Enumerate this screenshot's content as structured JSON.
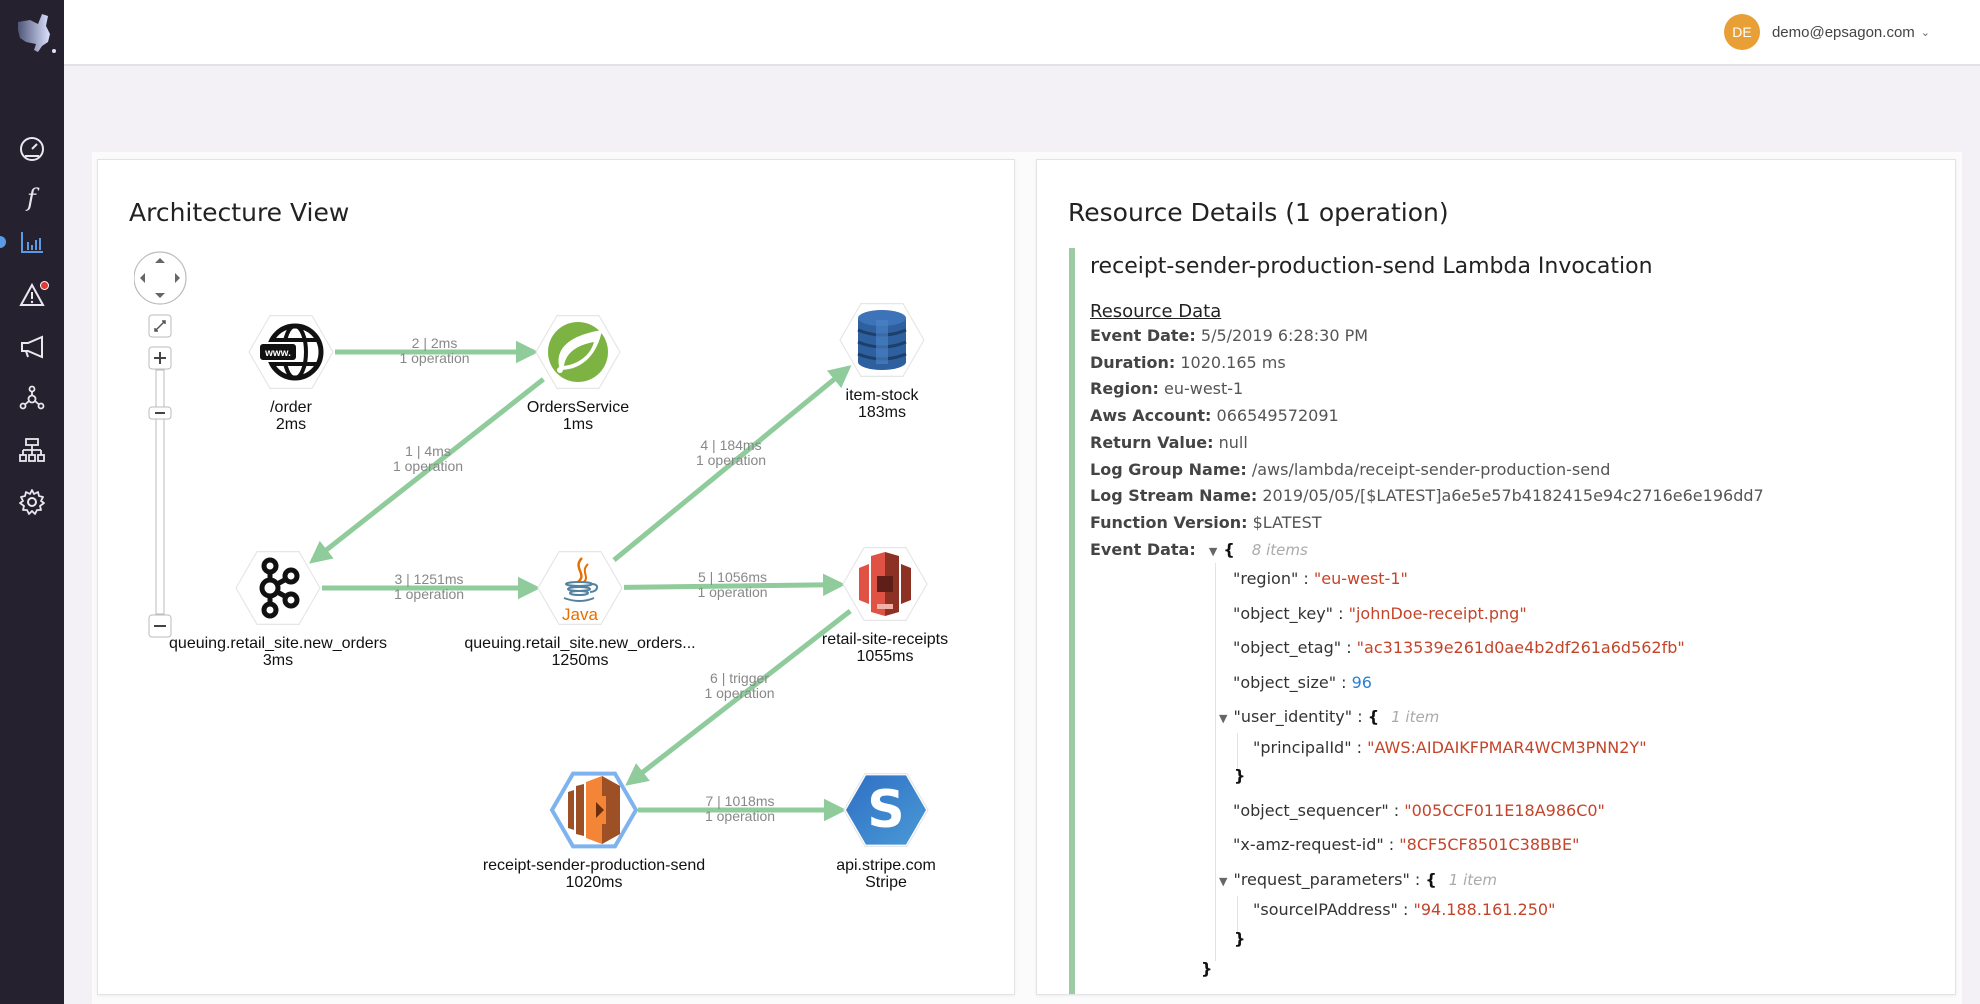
{
  "sidebar": {
    "items": [
      {
        "name": "dashboard",
        "icon": "speedometer-icon",
        "active": false,
        "badge": false
      },
      {
        "name": "functions",
        "icon": "function-icon",
        "active": false,
        "badge": false
      },
      {
        "name": "traces",
        "icon": "bar-chart-icon",
        "active": true,
        "badge": false
      },
      {
        "name": "alerts",
        "icon": "warning-icon",
        "active": false,
        "badge": true
      },
      {
        "name": "announcements",
        "icon": "megaphone-icon",
        "active": false,
        "badge": false
      },
      {
        "name": "service-map",
        "icon": "network-icon",
        "active": false,
        "badge": false
      },
      {
        "name": "architecture",
        "icon": "sitemap-icon",
        "active": false,
        "badge": false
      },
      {
        "name": "settings",
        "icon": "gear-icon",
        "active": false,
        "badge": false
      }
    ],
    "accent_color": "#5b9be6"
  },
  "header": {
    "user": {
      "initials": "DE",
      "email": "demo@epsagon.com",
      "avatar_color": "#e89f35"
    }
  },
  "architecture": {
    "title": "Architecture View",
    "nodes": [
      {
        "id": "order",
        "name": "/order",
        "duration": "2ms",
        "icon": "www-globe-icon"
      },
      {
        "id": "orders-service",
        "name": "OrdersService",
        "duration": "1ms",
        "icon": "spring-leaf-icon"
      },
      {
        "id": "item-stock",
        "name": "item-stock",
        "duration": "183ms",
        "icon": "dynamodb-icon"
      },
      {
        "id": "kafka",
        "name": "queuing.retail_site.new_orders",
        "duration": "3ms",
        "icon": "kafka-icon"
      },
      {
        "id": "java",
        "name": "queuing.retail_site.new_orders...",
        "duration": "1250ms",
        "icon": "java-icon"
      },
      {
        "id": "s3",
        "name": "retail-site-receipts",
        "duration": "1055ms",
        "icon": "s3-bucket-icon"
      },
      {
        "id": "lambda",
        "name": "receipt-sender-production-send",
        "duration": "1020ms",
        "icon": "lambda-icon",
        "selected": true
      },
      {
        "id": "stripe",
        "name": "api.stripe.com",
        "duration": "Stripe",
        "icon": "stripe-icon"
      }
    ],
    "edges": [
      {
        "from": "order",
        "to": "orders-service",
        "label": "2 | 2ms",
        "sub": "1 operation"
      },
      {
        "from": "orders-service",
        "to": "kafka",
        "label": "1 | 4ms",
        "sub": "1 operation"
      },
      {
        "from": "kafka",
        "to": "java",
        "label": "3 | 1251ms",
        "sub": "1 operation"
      },
      {
        "from": "java",
        "to": "item-stock",
        "label": "4 | 184ms",
        "sub": "1 operation"
      },
      {
        "from": "java",
        "to": "s3",
        "label": "5 | 1056ms",
        "sub": "1 operation"
      },
      {
        "from": "s3",
        "to": "lambda",
        "label": "6 | trigger",
        "sub": "1 operation"
      },
      {
        "from": "lambda",
        "to": "stripe",
        "label": "7 | 1018ms",
        "sub": "1 operation"
      }
    ],
    "edge_color": "#8fcb9b",
    "selected_color": "#7fb3f0"
  },
  "details": {
    "title": "Resource Details (1 operation)",
    "operation_title": "receipt-sender-production-send Lambda Invocation",
    "section_title": "Resource Data",
    "fields": [
      {
        "key": "Event Date",
        "value": "5/5/2019 6:28:30 PM"
      },
      {
        "key": "Duration",
        "value": "1020.165 ms"
      },
      {
        "key": "Region",
        "value": "eu-west-1"
      },
      {
        "key": "Aws Account",
        "value": "066549572091"
      },
      {
        "key": "Return Value",
        "value": "null"
      },
      {
        "key": "Log Group Name",
        "value": "/aws/lambda/receipt-sender-production-send"
      },
      {
        "key": "Log Stream Name",
        "value": "2019/05/05/[$LATEST]a6e5e57b4182415e94c2716e6e196dd7"
      },
      {
        "key": "Function Version",
        "value": "$LATEST"
      }
    ],
    "event_data": {
      "label": "Event Data",
      "count": "8 items",
      "rows": [
        {
          "key": "\"region\"",
          "value": "\"eu-west-1\"",
          "type": "string"
        },
        {
          "key": "\"object_key\"",
          "value": "\"johnDoe-receipt.png\"",
          "type": "string"
        },
        {
          "key": "\"object_etag\"",
          "value": "\"ac313539e261d0ae4b2df261a6d562fb\"",
          "type": "string"
        },
        {
          "key": "\"object_size\"",
          "value": "96",
          "type": "number"
        },
        {
          "key": "\"user_identity\"",
          "count": "1 item",
          "type": "object",
          "children": [
            {
              "key": "\"principalId\"",
              "value": "\"AWS:AIDAIKFPMAR4WCM3PNN2Y\"",
              "type": "string"
            }
          ]
        },
        {
          "key": "\"object_sequencer\"",
          "value": "\"005CCF011E18A986C0\"",
          "type": "string"
        },
        {
          "key": "\"x-amz-request-id\"",
          "value": "\"8CF5CF8501C38BBE\"",
          "type": "string"
        },
        {
          "key": "\"request_parameters\"",
          "count": "1 item",
          "type": "object",
          "children": [
            {
              "key": "\"sourceIPAddress\"",
              "value": "\"94.188.161.250\"",
              "type": "string"
            }
          ]
        }
      ]
    },
    "accent_color": "#9ccaa3"
  }
}
